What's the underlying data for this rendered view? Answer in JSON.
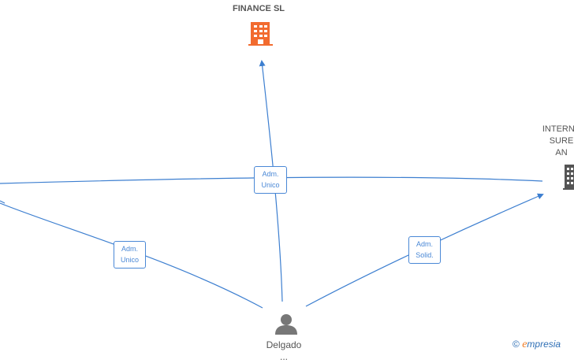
{
  "nodes": {
    "finance": {
      "label": "FINANCE  SL",
      "icon": "building-icon",
      "color": "#f26b2f"
    },
    "internal": {
      "label_lines": [
        "INTERNA",
        "SURE",
        "AN"
      ],
      "icon": "building-icon",
      "color": "#555555"
    },
    "person": {
      "label_lines": [
        "Delgado",
        "..."
      ],
      "icon": "person-icon",
      "color": "#555555"
    }
  },
  "edges": {
    "center": {
      "label_lines": [
        "Adm.",
        "Unico"
      ]
    },
    "left": {
      "label_lines": [
        "Adm.",
        "Unico"
      ]
    },
    "right": {
      "label_lines": [
        "Adm.",
        "Solid."
      ]
    }
  },
  "colors": {
    "edge": "#3d7fd0",
    "accent": "#f26b2f",
    "node_text": "#555555"
  },
  "watermark": {
    "symbol": "©",
    "brand_initial": "e",
    "brand_rest": "mpresia"
  }
}
